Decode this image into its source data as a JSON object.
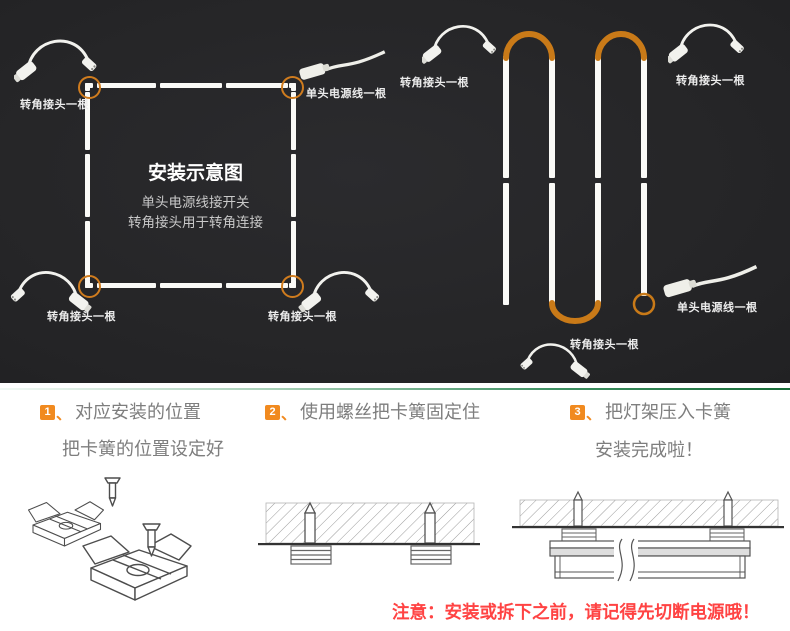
{
  "diagram": {
    "title": "安装示意图",
    "subtitle1": "单头电源线接开关",
    "subtitle2": "转角接头用于转角连接",
    "corner_label": "转角接头一根",
    "power_label": "单头电源线一根"
  },
  "steps": {
    "s1": {
      "num": "1",
      "pause": "、",
      "line1": "对应安装的位置",
      "line2": "把卡簧的位置设定好"
    },
    "s2": {
      "num": "2",
      "pause": "、",
      "line1": "使用螺丝把卡簧固定住"
    },
    "s3": {
      "num": "3",
      "pause": "、",
      "line1": "把灯架压入卡簧",
      "line2": "安装完成啦！"
    }
  },
  "note": "注意：安装或拆下之前，请记得先切断电源哦！",
  "colors": {
    "panel_bg": "#262628",
    "accent_orange": "#d07c1e",
    "badge_orange": "#f18a1f",
    "note_red": "#ff4343",
    "separator_green": "#176b37",
    "tube_white": "#fafaf7",
    "step_text_gray": "#7e7e7e"
  }
}
